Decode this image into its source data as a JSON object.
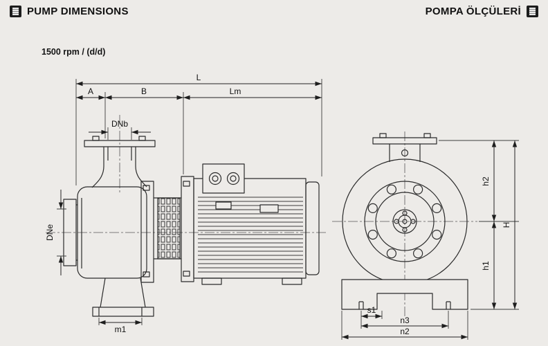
{
  "header": {
    "title_en": "PUMP DIMENSIONS",
    "title_tr": "POMPA ÖLÇÜLERİ"
  },
  "subtitle": "1500 rpm / (d/d)",
  "colors": {
    "background": "#edebe8",
    "line": "#222222"
  },
  "drawing": {
    "description": "Side and front orthographic views of end-suction centrifugal pump with motor, with dimension callouts",
    "labels": {
      "L": "L",
      "A": "A",
      "B": "B",
      "Lm": "Lm",
      "DNb": "DNb",
      "DNe": "DNe",
      "m1": "m1",
      "h2": "h2",
      "h1": "h1",
      "H": "H",
      "s1": "s1",
      "n3": "n3",
      "n2": "n2"
    }
  }
}
